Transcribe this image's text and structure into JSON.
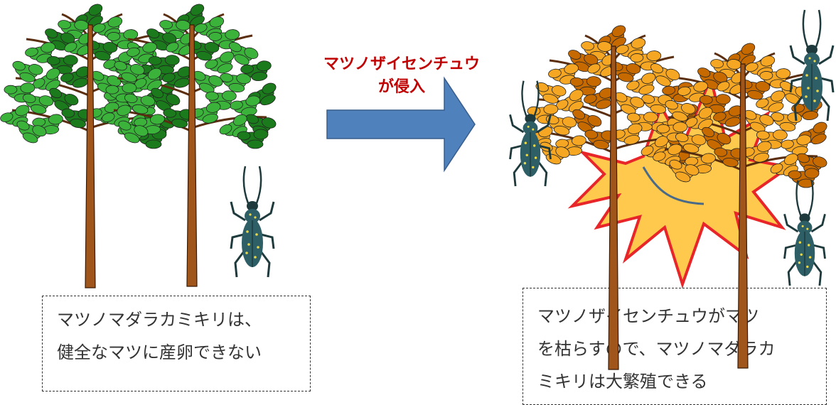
{
  "event_label": {
    "line1": "マツノザイセンチュウ",
    "line2": "が侵入"
  },
  "left_panel": {
    "caption_lines": [
      "マツノマダラカミキリは、",
      "健全なマツに産卵できない"
    ],
    "foliage_color": "#3bb33b",
    "foliage_dark": "#1b7a1b"
  },
  "right_panel": {
    "caption_lines": [
      "マツノザイセンチュウがマツ",
      "を枯らすので、マツノマダラカ",
      "ミキリは大繁殖できる"
    ],
    "foliage_color": "#f5a623",
    "foliage_dark": "#c66a00",
    "burst_fill": "#ffc94d",
    "burst_stroke": "#e8262a"
  },
  "arrow": {
    "color": "#4f81bd",
    "stroke": "#385d8a"
  },
  "trunk_color": "#a0561a",
  "beetle_color": "#2f5f66",
  "beetle_spot_color": "#e8d84a"
}
